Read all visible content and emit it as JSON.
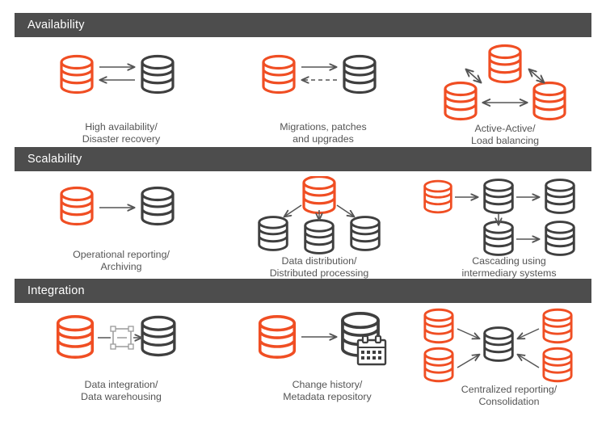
{
  "colors": {
    "header_bar": "#4d4d4d",
    "header_text": "#ffffff",
    "accent_orange": "#f04e23",
    "dark_gray": "#3f3f3f",
    "arrow_gray": "#555555",
    "caption_text": "#555555",
    "background": "#ffffff",
    "handle_gray": "#9a9a9a"
  },
  "sections": [
    {
      "id": "availability",
      "title": "Availability",
      "items": [
        {
          "id": "high-availability-disaster-recovery",
          "caption": "High availability/\nDisaster recovery",
          "pattern": "two-node-bidirectional",
          "nodes": [
            {
              "role": "source",
              "color": "orange"
            },
            {
              "role": "target",
              "color": "dark"
            }
          ],
          "arrows": [
            {
              "direction": "right",
              "style": "solid"
            },
            {
              "direction": "left",
              "style": "solid"
            }
          ]
        },
        {
          "id": "migrations-patches-upgrades",
          "caption": "Migrations, patches\nand upgrades",
          "pattern": "two-node-bidirectional",
          "nodes": [
            {
              "role": "source",
              "color": "orange"
            },
            {
              "role": "target",
              "color": "dark"
            }
          ],
          "arrows": [
            {
              "direction": "right",
              "style": "solid"
            },
            {
              "direction": "left",
              "style": "dashed"
            }
          ]
        },
        {
          "id": "active-active-load-balancing",
          "caption": "Active-Active/\nLoad balancing",
          "pattern": "triangle-mesh",
          "nodes": [
            {
              "role": "top",
              "color": "orange"
            },
            {
              "role": "bottom-left",
              "color": "orange"
            },
            {
              "role": "bottom-right",
              "color": "orange"
            }
          ],
          "arrows": [
            {
              "direction": "both",
              "style": "solid"
            },
            {
              "direction": "both",
              "style": "solid"
            },
            {
              "direction": "both",
              "style": "solid"
            }
          ]
        }
      ]
    },
    {
      "id": "scalability",
      "title": "Scalability",
      "items": [
        {
          "id": "operational-reporting-archiving",
          "caption": "Operational reporting/\nArchiving",
          "pattern": "two-node-oneway",
          "nodes": [
            {
              "role": "source",
              "color": "orange"
            },
            {
              "role": "target",
              "color": "dark"
            }
          ],
          "arrows": [
            {
              "direction": "right",
              "style": "solid"
            }
          ]
        },
        {
          "id": "data-distribution-distributed-processing",
          "caption": "Data distribution/\nDistributed processing",
          "pattern": "fan-out",
          "nodes": [
            {
              "role": "source",
              "color": "orange"
            },
            {
              "role": "target-left",
              "color": "dark"
            },
            {
              "role": "target-center",
              "color": "dark"
            },
            {
              "role": "target-right",
              "color": "dark"
            }
          ],
          "arrows": [
            {
              "direction": "down-left",
              "style": "solid"
            },
            {
              "direction": "down",
              "style": "solid"
            },
            {
              "direction": "down-right",
              "style": "solid"
            }
          ]
        },
        {
          "id": "cascading-intermediary-systems",
          "caption": "Cascading using\nintermediary systems",
          "pattern": "cascade",
          "nodes": [
            {
              "role": "source",
              "color": "orange"
            },
            {
              "role": "hub-top",
              "color": "dark"
            },
            {
              "role": "leaf-top",
              "color": "dark"
            },
            {
              "role": "hub-bottom",
              "color": "dark"
            },
            {
              "role": "leaf-bottom",
              "color": "dark"
            }
          ],
          "arrows": [
            {
              "direction": "right",
              "style": "solid"
            },
            {
              "direction": "right",
              "style": "solid"
            },
            {
              "direction": "down",
              "style": "solid"
            },
            {
              "direction": "right",
              "style": "solid"
            }
          ]
        }
      ]
    },
    {
      "id": "integration",
      "title": "Integration",
      "items": [
        {
          "id": "data-integration-data-warehousing",
          "caption": "Data integration/\nData warehousing",
          "pattern": "two-node-transform",
          "nodes": [
            {
              "role": "source",
              "color": "orange"
            },
            {
              "role": "target",
              "color": "dark"
            }
          ],
          "badge": "transform-box-icon",
          "arrows": [
            {
              "direction": "right",
              "style": "solid"
            }
          ]
        },
        {
          "id": "change-history-metadata-repository",
          "caption": "Change history/\nMetadata repository",
          "pattern": "two-node-calendar",
          "nodes": [
            {
              "role": "source",
              "color": "orange"
            },
            {
              "role": "target",
              "color": "dark"
            }
          ],
          "badge": "calendar-icon",
          "arrows": [
            {
              "direction": "right",
              "style": "solid"
            }
          ]
        },
        {
          "id": "centralized-reporting-consolidation",
          "caption": "Centralized reporting/\nConsolidation",
          "pattern": "fan-in",
          "nodes": [
            {
              "role": "source-top-left",
              "color": "orange"
            },
            {
              "role": "source-top-right",
              "color": "orange"
            },
            {
              "role": "source-bottom-left",
              "color": "orange"
            },
            {
              "role": "source-bottom-right",
              "color": "orange"
            },
            {
              "role": "center",
              "color": "dark"
            }
          ],
          "arrows": [
            {
              "direction": "in",
              "style": "solid"
            },
            {
              "direction": "in",
              "style": "solid"
            },
            {
              "direction": "in",
              "style": "solid"
            },
            {
              "direction": "in",
              "style": "solid"
            }
          ]
        }
      ]
    }
  ]
}
